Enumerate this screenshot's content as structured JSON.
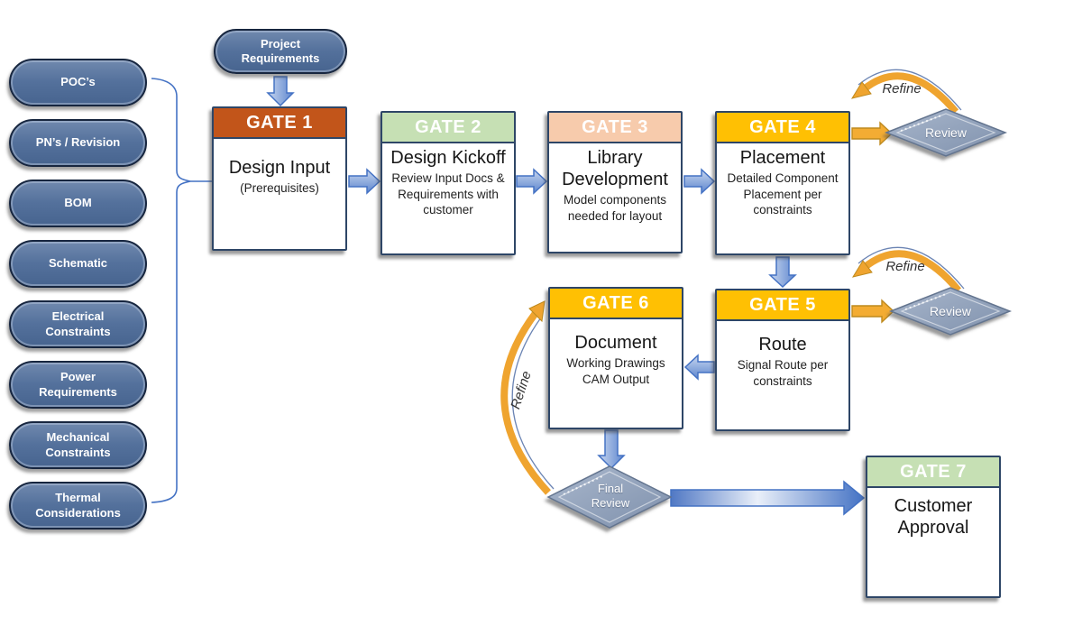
{
  "input_stack": {
    "items": [
      {
        "label": "POC’s"
      },
      {
        "label": "PN’s / Revision"
      },
      {
        "label": "BOM"
      },
      {
        "label": "Schematic"
      },
      {
        "label": "Electrical Constraints"
      },
      {
        "label": "Power Requirements"
      },
      {
        "label": "Mechanical Constraints"
      },
      {
        "label": "Thermal Considerations"
      }
    ]
  },
  "start_node": {
    "label": "Project Requirements"
  },
  "gates": [
    {
      "label": "GATE 1",
      "title": "Design Input",
      "subtitle": "(Prerequisites)",
      "header_color": "#C2551A"
    },
    {
      "label": "GATE 2",
      "title": "Design Kickoff",
      "subtitle": "Review Input Docs & Requirements with customer",
      "header_color": "#C6E0B4"
    },
    {
      "label": "GATE 3",
      "title": "Library Development",
      "subtitle": "Model components needed for layout",
      "header_color": "#F7CBAC"
    },
    {
      "label": "GATE 4",
      "title": "Placement",
      "subtitle": "Detailed Component Placement per constraints",
      "header_color": "#FFC003"
    },
    {
      "label": "GATE 5",
      "title": "Route",
      "subtitle": "Signal Route per constraints",
      "header_color": "#FFC003"
    },
    {
      "label": "GATE 6",
      "title": "Document",
      "subtitle": "Working Drawings CAM Output",
      "header_color": "#FFC003"
    },
    {
      "label": "GATE 7",
      "title": "Customer Approval",
      "subtitle": "",
      "header_color": "#C6E0B4"
    }
  ],
  "reviews": [
    {
      "label": "Review"
    },
    {
      "label": "Review"
    },
    {
      "label": "Final Review"
    }
  ],
  "refine": {
    "labels": [
      "Refine",
      "Refine",
      "Refine"
    ]
  },
  "colors": {
    "gate1_header": "#C2551A",
    "green_header": "#C6E0B4",
    "peach_header": "#F7CBAC",
    "gold_header": "#FFC003",
    "node_fill": "#54719C",
    "node_border": "#17263F",
    "diamond_fill": "#8697B1",
    "arrow_blue": "#4472C4",
    "arrow_gold": "#F3AC33"
  }
}
